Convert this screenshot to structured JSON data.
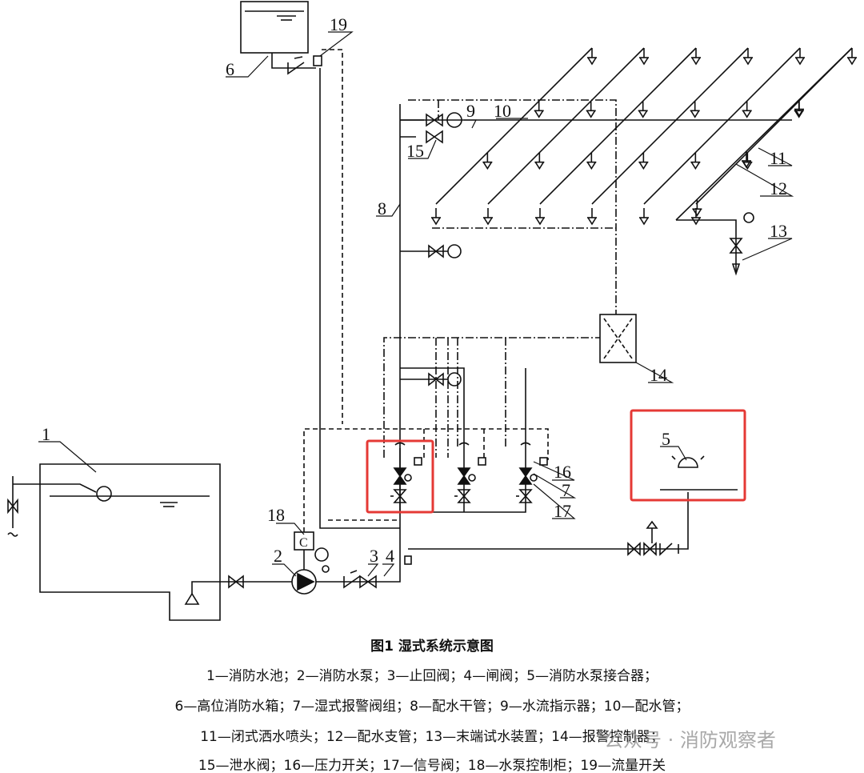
{
  "labels": [
    "1",
    "2",
    "3",
    "4",
    "5",
    "6",
    "7",
    "8",
    "9",
    "10",
    "11",
    "12",
    "13",
    "14",
    "15",
    "16",
    "17",
    "18",
    "19"
  ],
  "cabinet_letter": "C",
  "caption": {
    "title": "图1 湿式系统示意图",
    "line1": "1—消防水池；2—消防水泵；3—止回阀；4—闸阀；5—消防水泵接合器；",
    "line2": "6—高位消防水箱；7—湿式报警阀组；8—配水干管；9—水流指示器；10—配水管；",
    "line3": "11—闭式洒水喷头；12—配水支管；13—末端试水装置；14—报警控制器；",
    "line4": "15—泄水阀；16—压力开关；17—信号阀；18—水泵控制柜；19—流量开关"
  },
  "watermark": "公众号 · 消防观察者",
  "highlight_color": "#e53935"
}
